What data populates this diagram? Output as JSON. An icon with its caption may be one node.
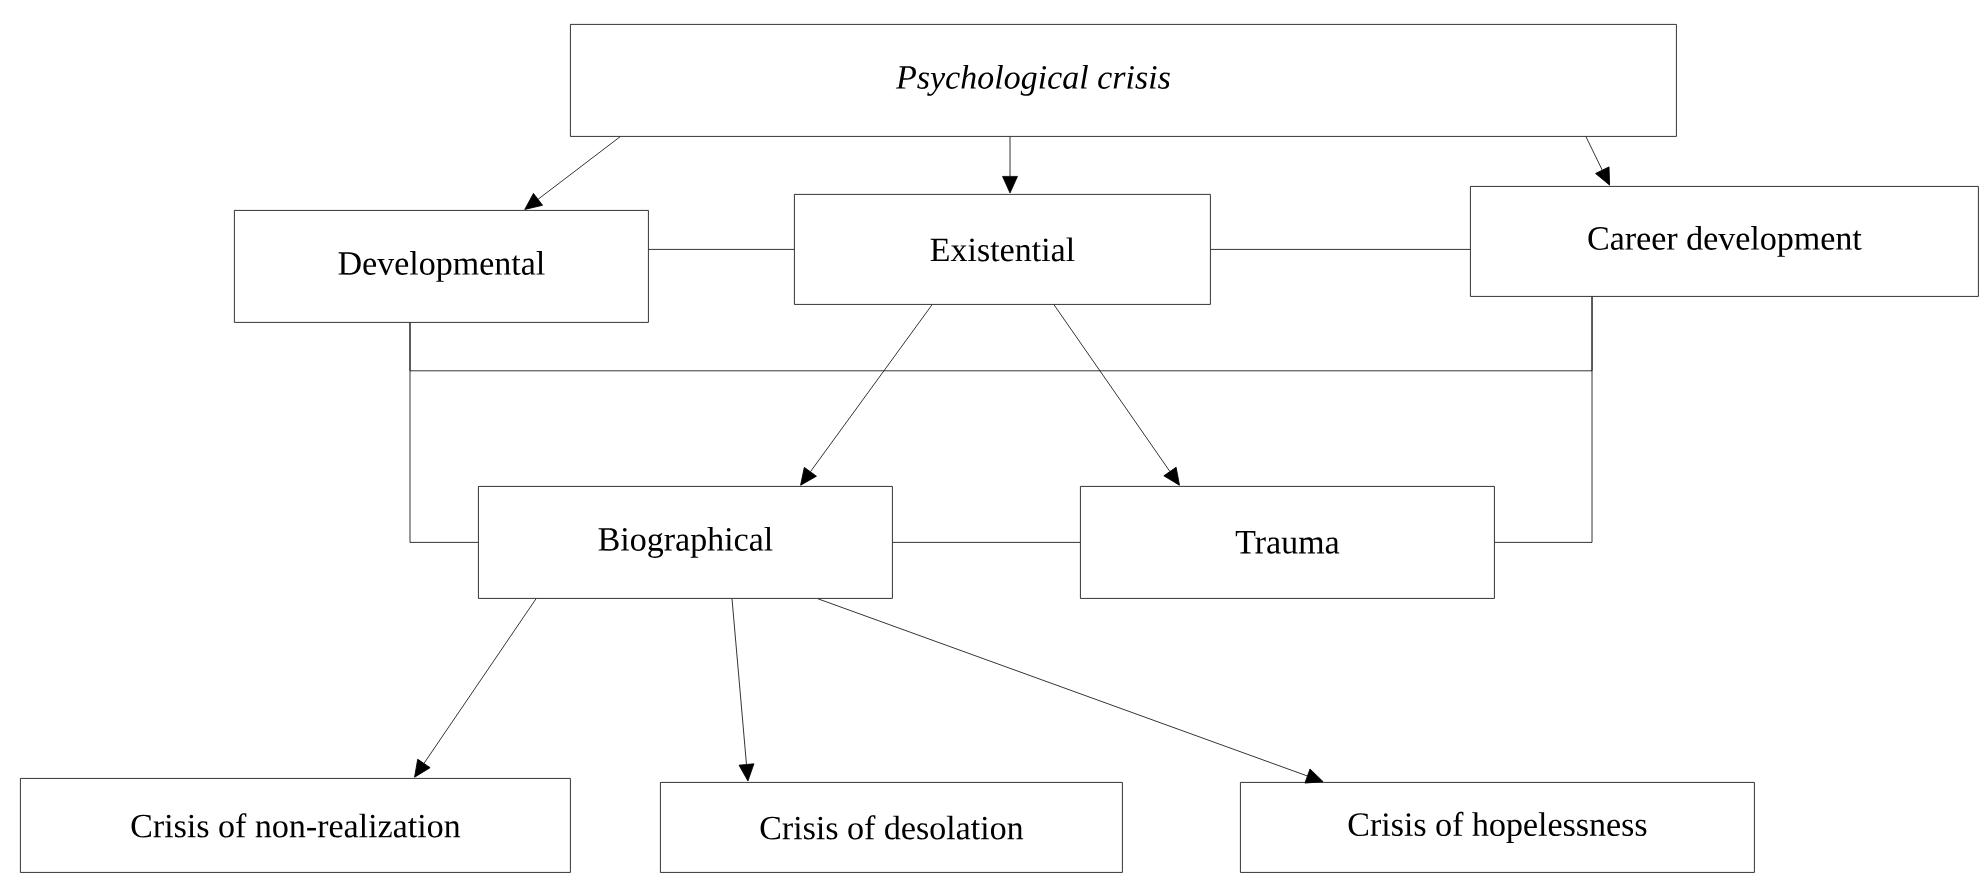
{
  "diagram": {
    "nodes": [
      {
        "text": [
          "Psychological crisis"
        ]
      },
      {
        "text": [
          "Developmental"
        ]
      },
      {
        "text": [
          "Existential"
        ]
      },
      {
        "text": [
          "Career development"
        ]
      },
      {
        "text": [
          "Biographical"
        ]
      },
      {
        "text": [
          "Trauma"
        ]
      },
      {
        "text": [
          "Crisis of non-realization"
        ]
      },
      {
        "text": [
          "Crisis of desolation"
        ]
      },
      {
        "text": [
          "Crisis of hopelessness"
        ]
      }
    ],
    "edges": [
      {
        "from": 0,
        "to": 1,
        "arrow": "to"
      },
      {
        "from": 0,
        "to": 2,
        "arrow": "to"
      },
      {
        "from": 0,
        "to": 3,
        "arrow": "to"
      },
      {
        "from": 1,
        "to": 2,
        "arrow": "none"
      },
      {
        "from": 2,
        "to": 3,
        "arrow": "none"
      },
      {
        "from": 2,
        "to": 4,
        "arrow": "to"
      },
      {
        "from": 2,
        "to": 5,
        "arrow": "to"
      },
      {
        "from": 4,
        "to": 5,
        "arrow": "none"
      },
      {
        "from": 1,
        "to": 4,
        "arrow": "none"
      },
      {
        "from": 3,
        "to": 5,
        "arrow": "none"
      },
      {
        "from": 1,
        "to": 3,
        "arrow": "none"
      },
      {
        "from": 4,
        "to": 6,
        "arrow": "to"
      },
      {
        "from": 4,
        "to": 7,
        "arrow": "to"
      },
      {
        "from": 4,
        "to": 8,
        "arrow": "to"
      }
    ]
  }
}
